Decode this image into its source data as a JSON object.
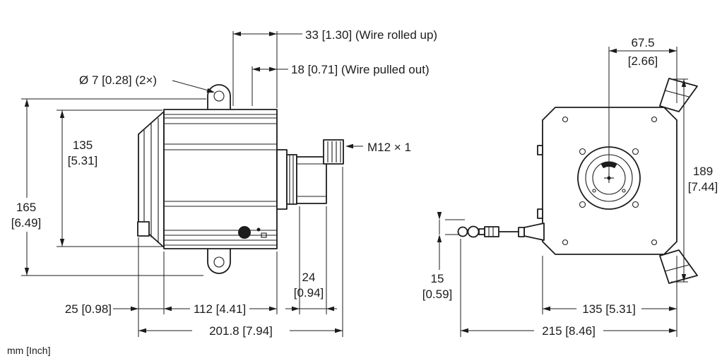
{
  "drawing": {
    "background": "#ffffff",
    "line_color": "#1c1c1c",
    "units_note": "mm [Inch]",
    "side_view": {
      "callouts": {
        "wire_rolled_up": "33 [1.30] (Wire rolled up)",
        "wire_pulled_out": "18 [0.71] (Wire pulled out)",
        "hole_diameter": "Ø 7 [0.28] (2×)",
        "connector_thread": "M12 × 1"
      },
      "dims": {
        "body_height_mm": "135",
        "body_height_in": "[5.31]",
        "overall_height_mm": "165",
        "overall_height_in": "[6.49]",
        "cone_offset": "25 [0.98]",
        "body_length": "112 [4.41]",
        "connector_length_mm": "24",
        "connector_length_in": "[0.94]",
        "overall_length": "201.8 [7.94]"
      }
    },
    "front_view": {
      "dims": {
        "center_to_edge_mm": "67.5",
        "center_to_edge_in": "[2.66]",
        "overall_height_mm": "189",
        "overall_height_in": "[7.44]",
        "wire_offset_mm": "15",
        "wire_offset_in": "[0.59]",
        "body_width": "135 [5.31]",
        "overall_width": "215 [8.46]"
      }
    }
  }
}
